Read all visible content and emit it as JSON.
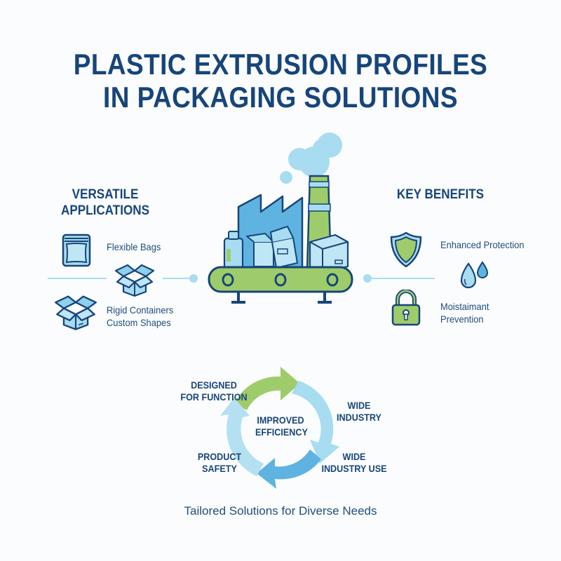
{
  "title": {
    "line1": "PLASTIC EXTRUSION PROFILES",
    "line2": "IN PACKAGING SOLUTIONS"
  },
  "colors": {
    "navy": "#17457a",
    "light_blue": "#a8dcf0",
    "mid_blue": "#5fb3e0",
    "green": "#9fcc6b",
    "background": "#fbfcfd"
  },
  "left_section": {
    "heading_line1": "VERSATILE",
    "heading_line2": "APPLICATIONS",
    "items": [
      {
        "icon": "flexible-bag-icon",
        "label": "Flexible Bags"
      },
      {
        "icon": "open-box-icon",
        "label": ""
      },
      {
        "icon": "open-box-icon",
        "label_line1": "Rigid Containers",
        "label_line2": "Custom Shapes"
      }
    ]
  },
  "center": {
    "illustration": "factory-conveyor-icon"
  },
  "right_section": {
    "heading": "KEY BENEFITS",
    "items": [
      {
        "icon": "shield-icon",
        "label": "Enhanced Protection"
      },
      {
        "icon": "water-drops-icon",
        "label": ""
      },
      {
        "icon": "padlock-icon",
        "label_line1": "Moistaimant",
        "label_line2": "Prevention"
      }
    ]
  },
  "cycle": {
    "center_line1": "IMPROVED",
    "center_line2": "EFFICIENCY",
    "labels": [
      {
        "line1": "DESIGNED",
        "line2": "FOR FUNCTION"
      },
      {
        "line1": "WIDE",
        "line2": "INDUSTRY"
      },
      {
        "line1": "WIDE",
        "line2": "INDUSTRY USE"
      },
      {
        "line1": "PRODUCT",
        "line2": "SAFETY"
      }
    ]
  },
  "footer": "Tailored Solutions for Diverse Needs"
}
